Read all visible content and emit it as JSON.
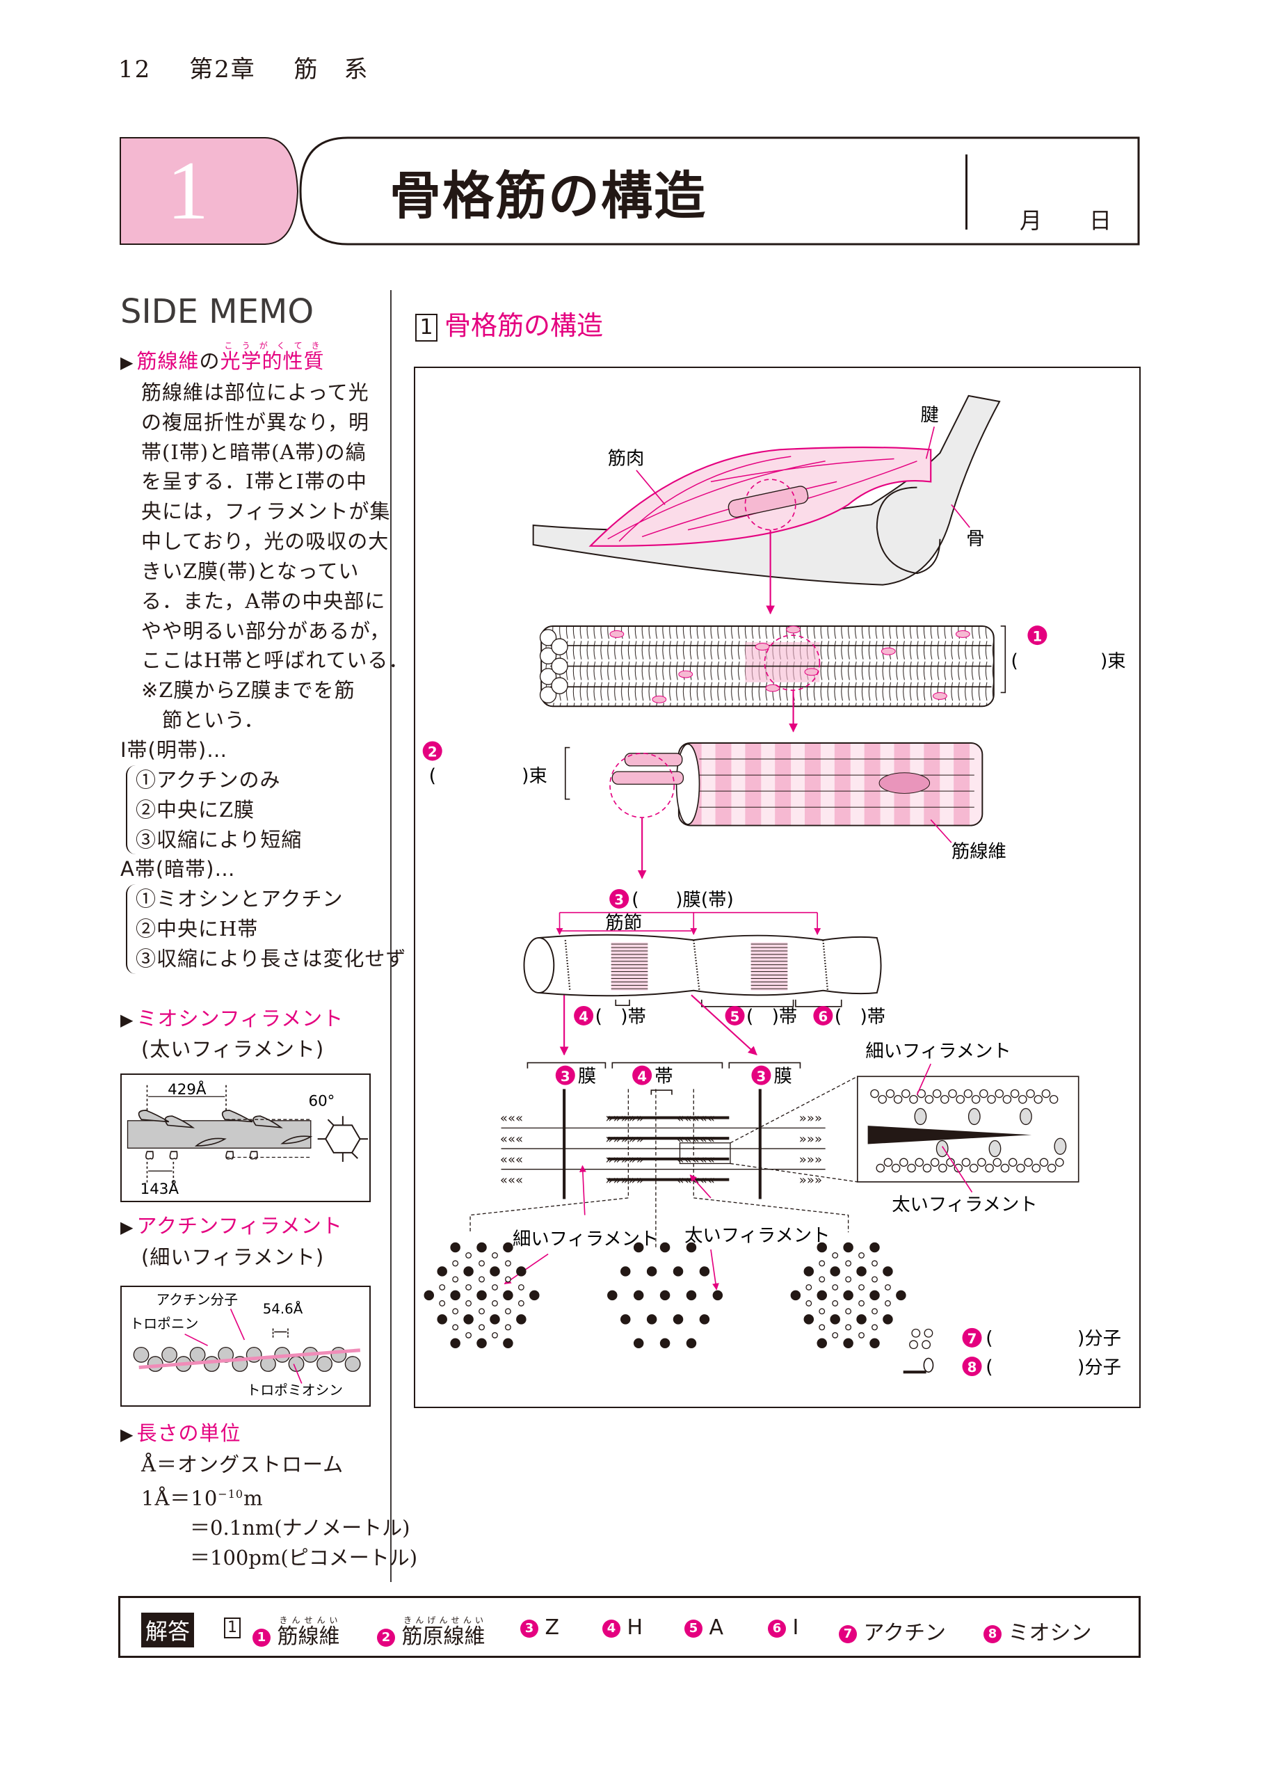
{
  "running_header": {
    "page": "12",
    "chapter": "第2章",
    "chapter_title": "筋　系"
  },
  "banner": {
    "number": "1",
    "title": "骨格筋の構造",
    "month": "月",
    "day": "日"
  },
  "side_memo": {
    "title": "SIDE MEMO",
    "optical": {
      "heading_a": "筋線維",
      "heading_b": "の",
      "heading_c": "光学的性質",
      "heading_ruby": "こうがくてき",
      "lines": [
        "筋線維は部位によって光",
        "の複屈折性が異なり，明",
        "帯(I帯)と暗帯(A帯)の縞",
        "を呈する．I帯とI帯の中",
        "央には，フィラメントが集",
        "中しており，光の吸収の大",
        "きいZ膜(帯)となってい",
        "る．また，A帯の中央部に",
        "やや明るい部分があるが，",
        "ここはH帯と呼ばれている．",
        "※Z膜からZ膜までを筋",
        "　節という．"
      ]
    },
    "i_band": {
      "label": "I帯(明帯)…",
      "items": [
        "①アクチンのみ",
        "②中央にZ膜",
        "③収縮により短縮"
      ]
    },
    "a_band": {
      "label": "A帯(暗帯)…",
      "items": [
        "①ミオシンとアクチン",
        "②中央にH帯",
        "③収縮により長さは変化せず"
      ]
    },
    "myosin": {
      "heading": "ミオシンフィラメント",
      "sub": "(太いフィラメント)",
      "period": "429Å",
      "angle": "60°",
      "spacing": "143Å"
    },
    "actin": {
      "heading": "アクチンフィラメント",
      "sub": "(細いフィラメント)",
      "actin_label": "アクチン分子",
      "troponin": "トロポニン",
      "spacing": "54.6Å",
      "tropomyosin": "トロポミオシン"
    },
    "units": {
      "heading": "長さの単位",
      "line1": "Å＝オングストローム",
      "line2_a": "1Å＝10",
      "line2_exp": "−10",
      "line2_b": "m",
      "line3": "＝0.1nm(ナノメートル)",
      "line4": "＝100pm(ピコメートル)"
    }
  },
  "section": {
    "number": "1",
    "title": "骨格筋の構造"
  },
  "diagram": {
    "muscle": "筋肉",
    "tendon": "腱",
    "bone": "骨",
    "q1": {
      "badge": "1",
      "open": "(",
      "close": ")束"
    },
    "q2": {
      "badge": "2",
      "open": "(",
      "close": ")束"
    },
    "muscle_fiber": "筋線維",
    "q3": {
      "badge": "3",
      "text": "(　　)膜(帯)"
    },
    "sarcomere": "筋節",
    "q4": {
      "badge": "4",
      "text": "(　)帯"
    },
    "q5": {
      "badge": "5",
      "text": "(　)帯"
    },
    "q6": {
      "badge": "6",
      "text": "(　)帯"
    },
    "z_label": {
      "badge": "3",
      "text": "膜"
    },
    "band_label": {
      "badge": "4",
      "text": "帯"
    },
    "z_label2": {
      "badge": "3",
      "text": "膜"
    },
    "thin_filament": "細いフィラメント",
    "thick_filament": "太いフィラメント",
    "q7": {
      "badge": "7",
      "open": "(",
      "close": ")分子"
    },
    "q8": {
      "badge": "8",
      "open": "(",
      "close": ")分子"
    }
  },
  "answers": {
    "label": "解答",
    "section": "1",
    "items": [
      {
        "badge": "1",
        "text": "筋線維",
        "ruby": "きんせんい"
      },
      {
        "badge": "2",
        "text": "筋原線維",
        "ruby": "きんげんせんい"
      },
      {
        "badge": "3",
        "text": "Z"
      },
      {
        "badge": "4",
        "text": "H"
      },
      {
        "badge": "5",
        "text": "A"
      },
      {
        "badge": "6",
        "text": "I"
      },
      {
        "badge": "7",
        "text": "アクチン"
      },
      {
        "badge": "8",
        "text": "ミオシン"
      }
    ]
  },
  "colors": {
    "accent": "#e4007f",
    "tab_pink": "#f4b8d1",
    "light_pink": "#f9d3e3",
    "bone_grey": "#ececec"
  }
}
